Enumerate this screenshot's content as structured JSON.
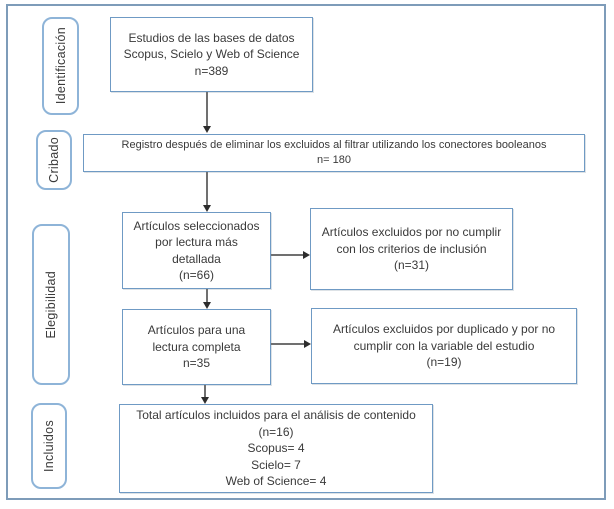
{
  "colors": {
    "frame_border": "#7e9cb9",
    "stage_border": "#8eb4d8",
    "box_border": "#6f9ac4",
    "arrow_shaft": "#707070",
    "arrow_head": "#2d2d2d",
    "text": "#3a3a3a",
    "background": "#ffffff"
  },
  "stages": [
    {
      "id": "identificacion",
      "label": "Identificación"
    },
    {
      "id": "cribado",
      "label": "Cribado"
    },
    {
      "id": "elegibilidad",
      "label": "Elegibilidad"
    },
    {
      "id": "incluidos",
      "label": "Incluidos"
    }
  ],
  "boxes": {
    "identification": {
      "text": "Estudios de las bases de datos\nScopus, Scielo y Web of Science\nn=389"
    },
    "screening": {
      "text": "Registro después de eliminar los excluidos al filtrar utilizando los conectores booleanos\nn= 180"
    },
    "selected_detailed": {
      "text": "Artículos seleccionados\npor lectura más\ndetallada\n(n=66)"
    },
    "excluded_criteria": {
      "text": "Artículos excluidos por no cumplir\ncon los criterios de inclusión\n(n=31)"
    },
    "full_reading": {
      "text": "Artículos para una\nlectura completa\nn=35"
    },
    "excluded_duplicates": {
      "text": "Artículos excluidos por duplicado y por no\ncumplir con la variable del estudio\n(n=19)"
    },
    "included_total": {
      "text": "Total artículos incluidos para el análisis de contenido\n(n=16)\nScopus= 4\nScielo= 7\nWeb of Science= 4"
    }
  }
}
